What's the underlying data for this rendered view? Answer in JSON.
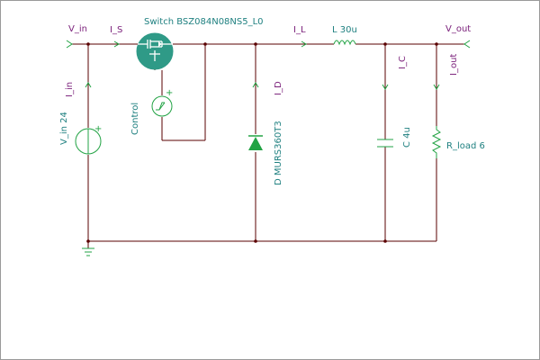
{
  "colors": {
    "wire": "#5a0000",
    "component": "#22a344",
    "probe_label": "#7a1f7a",
    "component_label": "#1f8080",
    "border": "#999999"
  },
  "nodes": {
    "v_in": "V_in",
    "v_out": "V_out"
  },
  "components": {
    "switch": "Switch BSZ084N08NS5_L0",
    "control": "Control",
    "source": "V_in 24",
    "diode": "D MURS360T3",
    "inductor": "L 30u",
    "capacitor": "C 4u",
    "load": "R_load 6",
    "source_plus": "+",
    "control_plus": "+"
  },
  "currents": {
    "i_s": "I_S",
    "i_in": "I_in",
    "i_d": "I_D",
    "i_l": "I_L",
    "i_c": "I_C",
    "i_out": "I_out"
  }
}
